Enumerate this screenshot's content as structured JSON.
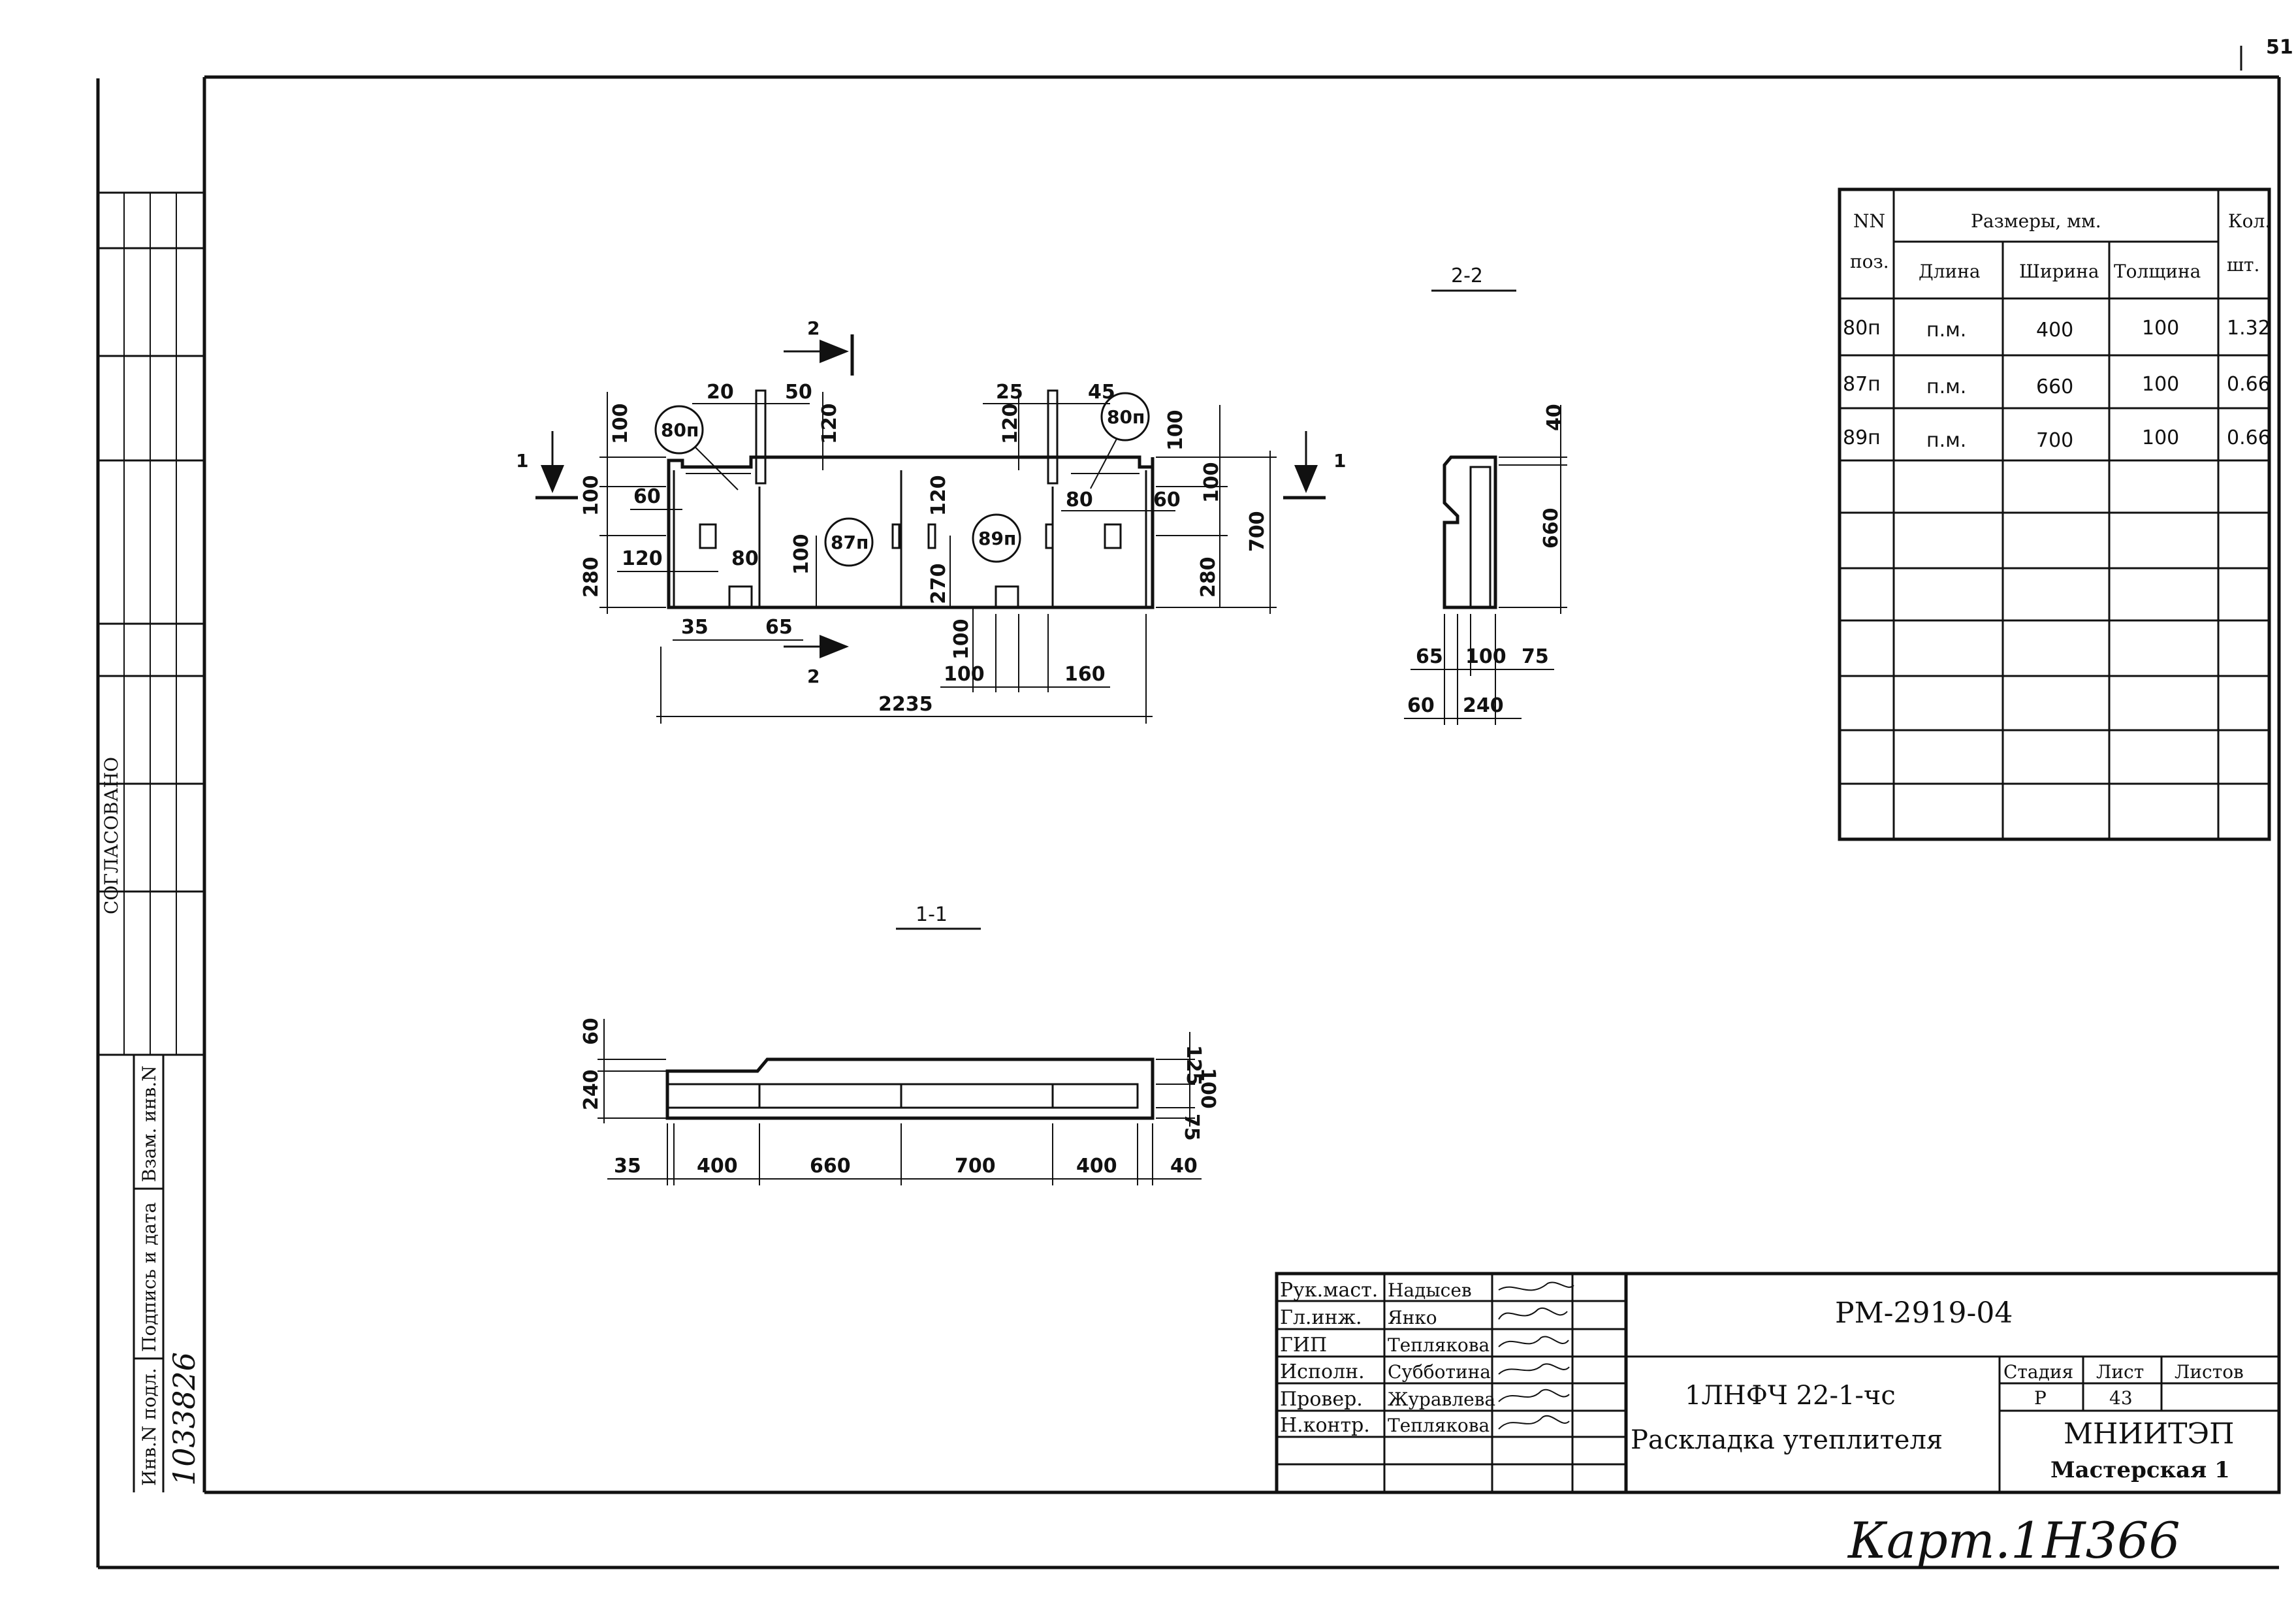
{
  "page_number": "51",
  "sheet_code": "РМ-2919-04",
  "object_name": "1ЛНФЧ 22-1-чс",
  "drawing_title": "Раскладка утеплителя",
  "organization": "МНИИТЭП",
  "workshop": "Мастерская 1",
  "stage_header": "Стадия",
  "sheet_header": "Лист",
  "sheets_header": "Листов",
  "stage_value": "Р",
  "sheet_value": "43",
  "card_number": "Карт.1Н366",
  "approved_label": "СОГЛАСОВАНО",
  "side_labels": {
    "inv_orig": "Инв.N подл.",
    "signature_date": "Подпись и дата",
    "replace_inv": "Взам. инв.N",
    "inv_number": "1033826"
  },
  "staff": [
    {
      "role": "Рук.маст.",
      "name": "Надысев"
    },
    {
      "role": "Гл.инж.",
      "name": "Янко"
    },
    {
      "role": "ГИП",
      "name": "Теплякова"
    },
    {
      "role": "Исполн.",
      "name": "Субботина"
    },
    {
      "role": "Провер.",
      "name": "Журавлева"
    },
    {
      "role": "Н.контр.",
      "name": "Теплякова"
    }
  ],
  "spec_table": {
    "h_pos": "NN",
    "h_pos2": "поз.",
    "h_sizes": "Размеры, мм.",
    "h_length": "Длина",
    "h_width": "Ширина",
    "h_thickness": "Толщина",
    "h_qty": "Кол.",
    "h_qty2": "шт.",
    "rows": [
      {
        "pos": "80п",
        "length": "п.м.",
        "width": "400",
        "thickness": "100",
        "qty": "1.32"
      },
      {
        "pos": "87п",
        "length": "п.м.",
        "width": "660",
        "thickness": "100",
        "qty": "0.66"
      },
      {
        "pos": "89п",
        "length": "п.м.",
        "width": "700",
        "thickness": "100",
        "qty": "0.66"
      }
    ]
  },
  "plan": {
    "sec_1": "1",
    "sec_2": "2",
    "tags": [
      "80п",
      "87п",
      "89п",
      "80п"
    ],
    "dims": {
      "d20": "20",
      "d50": "50",
      "d25": "25",
      "d45": "45",
      "d120a": "120",
      "d120b": "120",
      "d100a": "100",
      "d100b": "100",
      "d100c": "100",
      "d100d": "100",
      "d60a": "60",
      "d60b": "60",
      "d80a": "80",
      "d80b": "80",
      "d120c": "120",
      "d120d": "120",
      "d280a": "280",
      "d280b": "280",
      "d270": "270",
      "d100e": "100",
      "d700": "700",
      "d35": "35",
      "d65": "65",
      "d100f": "100",
      "d100g": "100",
      "d160": "160",
      "d2235": "2235"
    }
  },
  "section22": {
    "title": "2-2",
    "dims": {
      "d40": "40",
      "d660": "660",
      "d65": "65",
      "d100": "100",
      "d75": "75",
      "d60": "60",
      "d240": "240"
    }
  },
  "section11": {
    "title": "1-1",
    "dims": {
      "d60": "60",
      "d240": "240",
      "d125": "125",
      "d100": "100",
      "d75": "75",
      "d35": "35",
      "d400a": "400",
      "d660": "660",
      "d700": "700",
      "d400b": "400",
      "d40": "40"
    }
  }
}
